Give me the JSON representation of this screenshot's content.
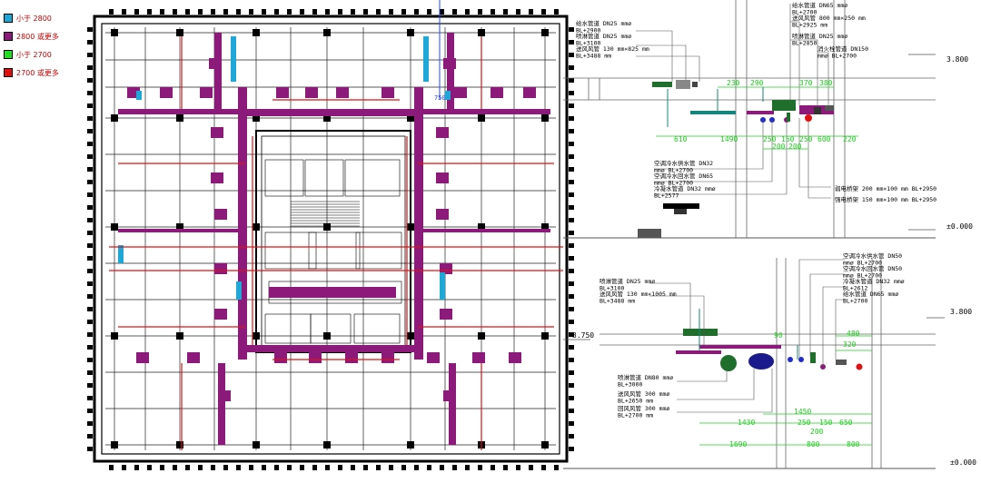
{
  "legend": [
    {
      "label": "小于 2800",
      "color": "#1fa7d8"
    },
    {
      "label": "2800 或更多",
      "color": "#8b1a7a"
    },
    {
      "label": "小于 2700",
      "color": "#22dd22"
    },
    {
      "label": "2700 或更多",
      "color": "#e01010"
    }
  ],
  "plan": {
    "label_750": "750"
  },
  "section1": {
    "level_top": "3.800",
    "level_bottom": "±0.000",
    "labels": [
      {
        "id": "ws",
        "lines": [
          "给水管道 DN25 mmø",
          "BL+2900"
        ]
      },
      {
        "id": "sp",
        "lines": [
          "喷淋管道 DN25 mmø",
          "BL+3100"
        ]
      },
      {
        "id": "ac",
        "lines": [
          "送风风管 130 mm×825 mm",
          "BL+3488 mm"
        ]
      },
      {
        "id": "ws2",
        "lines": [
          "给水管道 DN65 mmø",
          "BL+2700"
        ]
      },
      {
        "id": "sa",
        "lines": [
          "送风风管 800 mm×250 mm",
          "BL+2925 mm"
        ]
      },
      {
        "id": "sp2",
        "lines": [
          "喷淋管道 DN25 mmø",
          "BL+2850"
        ]
      },
      {
        "id": "fh",
        "lines": [
          "消火栓管道 DN150",
          "mmø BL+2700"
        ]
      },
      {
        "id": "cs",
        "lines": [
          "空调冷水供水管 DN32",
          "mmø BL+2700"
        ]
      },
      {
        "id": "cr",
        "lines": [
          "空调冷水回水管 DN65",
          "mmø BL+2700"
        ]
      },
      {
        "id": "cd",
        "lines": [
          "冷凝水管道 DN32 mmø",
          "BL+2577"
        ]
      },
      {
        "id": "ct1",
        "lines": [
          "弱电桥架 200 mm×100 mm BL+2950"
        ]
      },
      {
        "id": "ct2",
        "lines": [
          "强电桥架 150 mm×100 mm BL+2950"
        ]
      }
    ],
    "dims_top": [
      "230",
      "290",
      "370",
      "380"
    ],
    "dims_bottom": [
      "610",
      "1490",
      "250",
      "150",
      "250",
      "600",
      "220"
    ],
    "dims_bottom2": [
      "200",
      "200"
    ]
  },
  "section2": {
    "level_top": "3.800",
    "level_left": "3.750",
    "level_bottom": "±0.000",
    "labels": [
      {
        "id": "sp",
        "lines": [
          "喷淋管道 DN25 mmø",
          "BL+3100"
        ]
      },
      {
        "id": "ac",
        "lines": [
          "送风风管 130 mm×1005 mm",
          "BL+3488 mm"
        ]
      },
      {
        "id": "cs",
        "lines": [
          "空调冷水供水管 DN50",
          "mmø BL+2700"
        ]
      },
      {
        "id": "cr",
        "lines": [
          "空调冷水回水管 DN50",
          "mmø BL+2700"
        ]
      },
      {
        "id": "cd",
        "lines": [
          "冷凝水管道 DN32 mmø",
          "BL+2612"
        ]
      },
      {
        "id": "ws",
        "lines": [
          "给水管道 DN65 mmø",
          "BL+2700"
        ]
      },
      {
        "id": "sp80",
        "lines": [
          "喷淋管道 DN80 mmø",
          "BL+3000"
        ]
      },
      {
        "id": "sd",
        "lines": [
          "送风风管 300 mmø",
          "BL+2650 mm"
        ]
      },
      {
        "id": "rd",
        "lines": [
          "回风风管 300 mmø",
          "BL+2700 mm"
        ]
      }
    ],
    "dims_top": [
      "90",
      "480",
      "320"
    ],
    "dims_mid": [
      "1450"
    ],
    "dims_row": [
      "1430",
      "250",
      "150",
      "650"
    ],
    "dims_row_sub": [
      "200"
    ],
    "dims_bottom": [
      "1690",
      "800",
      "800"
    ]
  }
}
